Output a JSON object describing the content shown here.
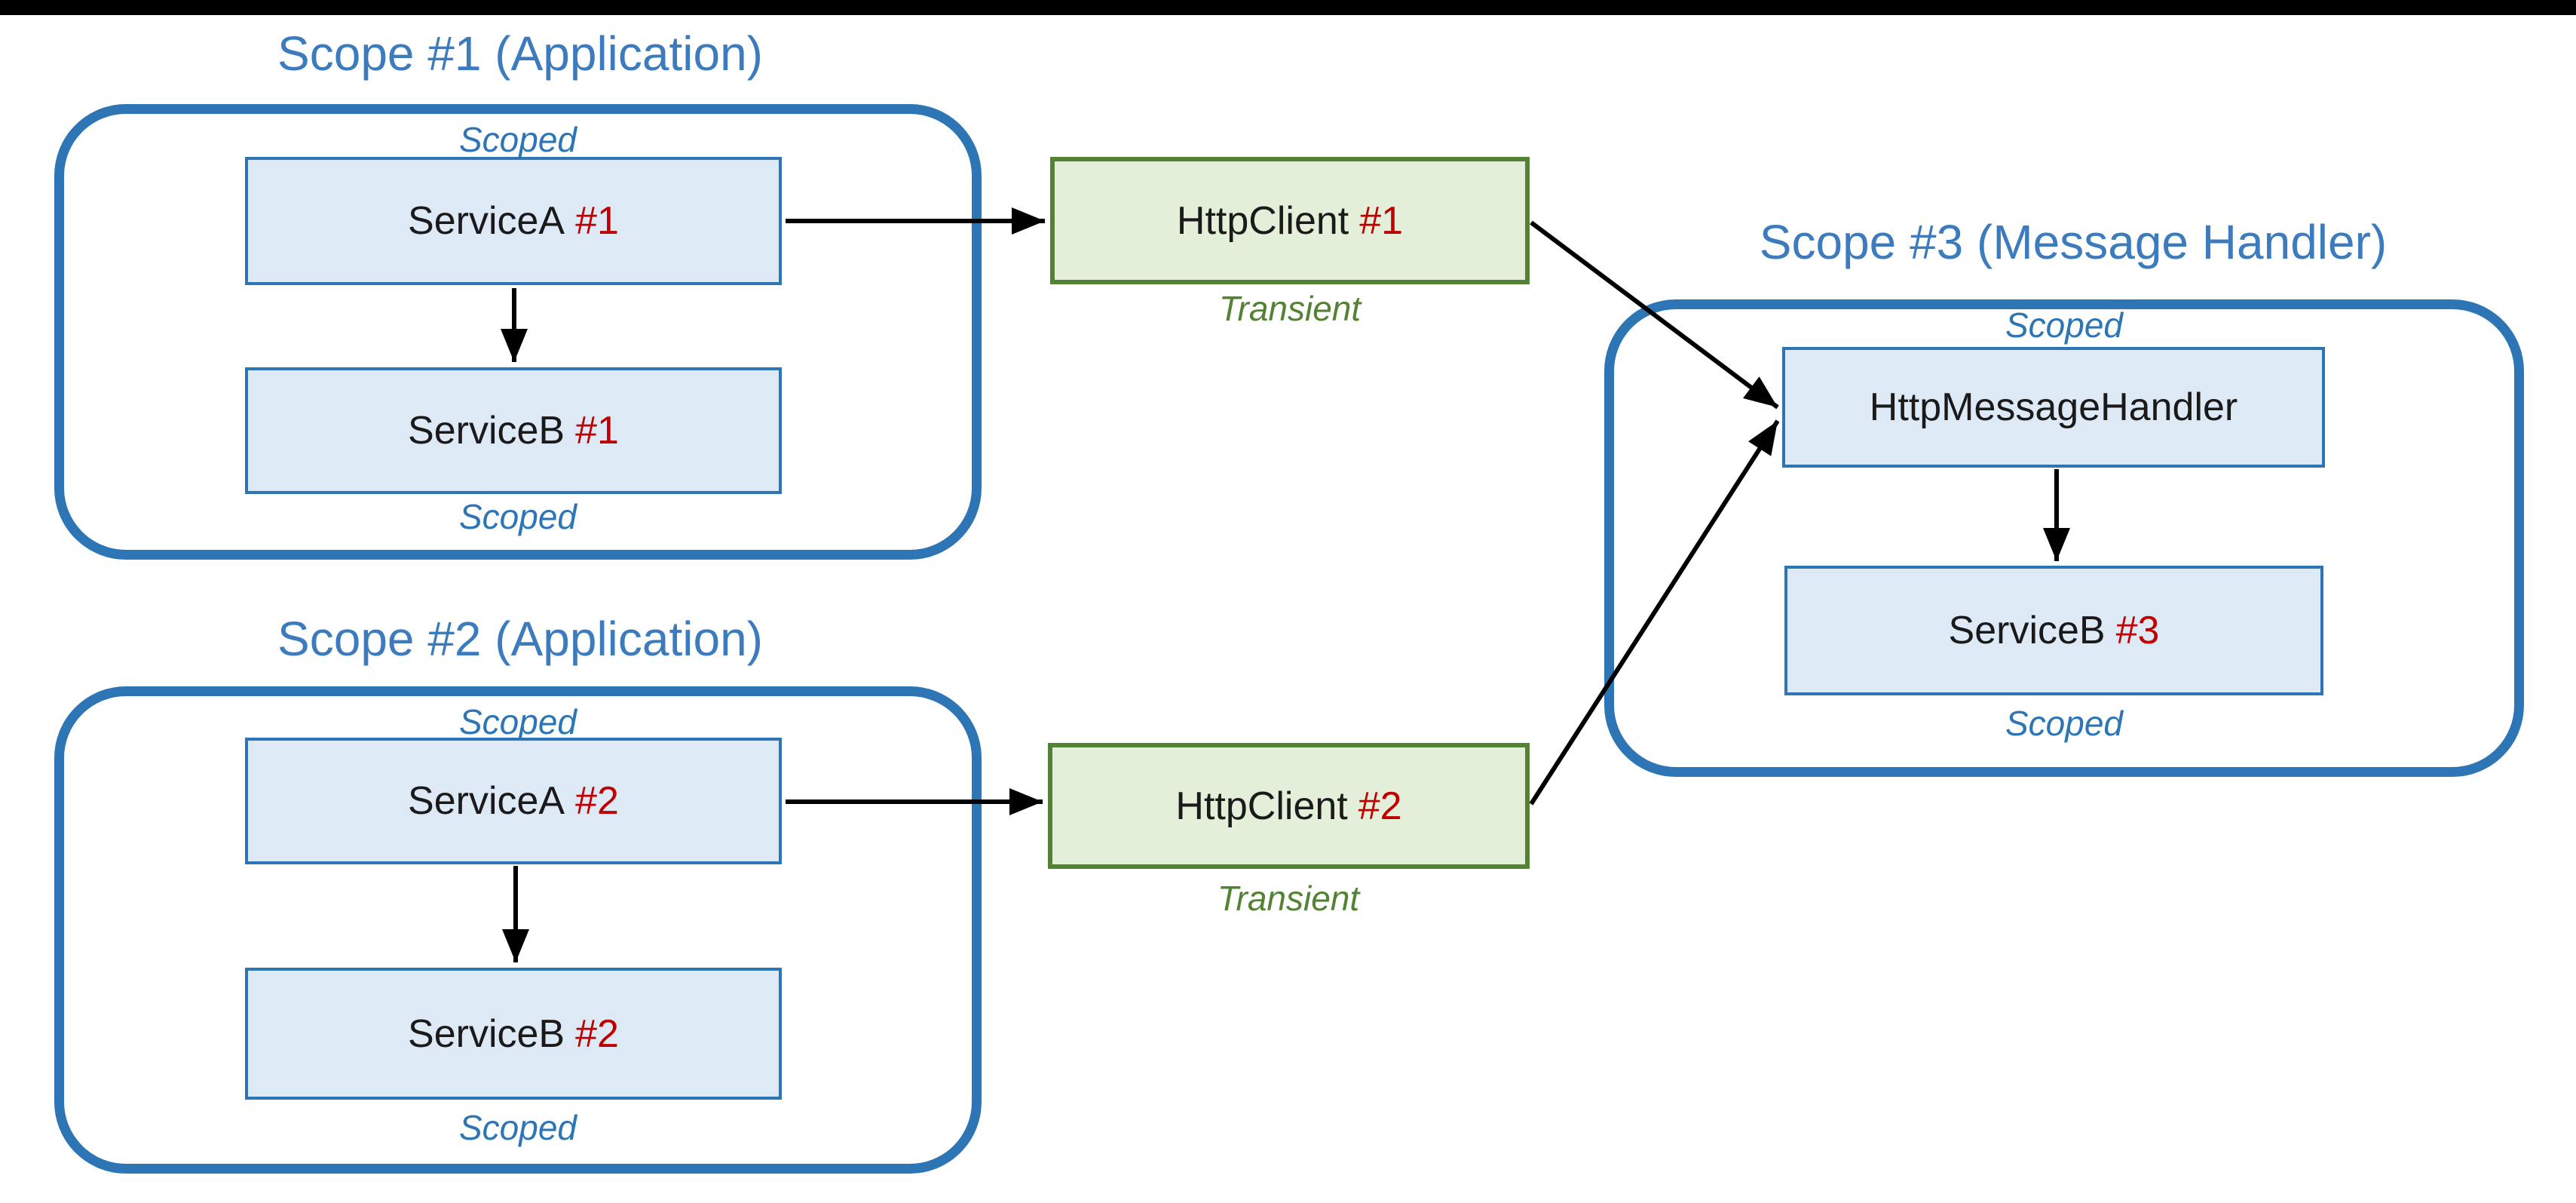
{
  "colors": {
    "accent_blue": "#2e75b6",
    "title_blue": "#3b7bbe",
    "service_fill": "#dee9f6",
    "client_fill": "#e3efd9",
    "client_border": "#548235",
    "lifetime_green": "#548235",
    "instance_red": "#c00000",
    "arrow_black": "#000000",
    "top_bar_black": "#000000"
  },
  "scopes": [
    {
      "title": "Scope #1 (Application)",
      "scoped_top": "Scoped",
      "scoped_bottom": "Scoped",
      "boxes": [
        {
          "label": "ServiceA",
          "tag": "#1"
        },
        {
          "label": "ServiceB",
          "tag": "#1"
        }
      ]
    },
    {
      "title": "Scope #2 (Application)",
      "scoped_top": "Scoped",
      "scoped_bottom": "Scoped",
      "boxes": [
        {
          "label": "ServiceA",
          "tag": "#2"
        },
        {
          "label": "ServiceB",
          "tag": "#2"
        }
      ]
    },
    {
      "title": "Scope #3 (Message Handler)",
      "scoped_top": "Scoped",
      "scoped_bottom": "Scoped",
      "boxes": [
        {
          "label": "HttpMessageHandler",
          "tag": ""
        },
        {
          "label": "ServiceB",
          "tag": "#3"
        }
      ]
    }
  ],
  "clients": [
    {
      "label": "HttpClient",
      "tag": "#1",
      "lifetime": "Transient"
    },
    {
      "label": "HttpClient",
      "tag": "#2",
      "lifetime": "Transient"
    }
  ]
}
